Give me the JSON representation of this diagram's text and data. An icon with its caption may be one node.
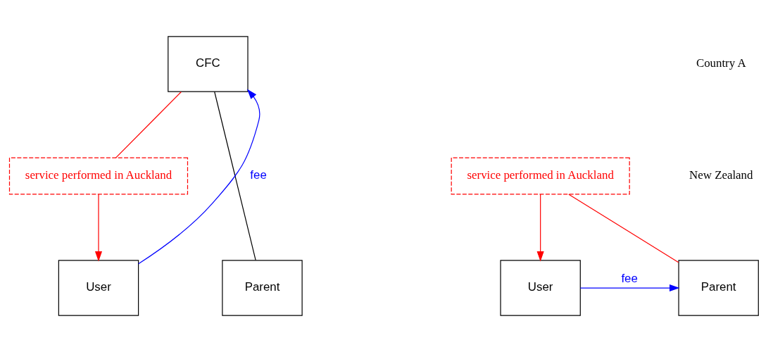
{
  "diagram": {
    "nodes": [
      {
        "text": [
          "CFC"
        ]
      },
      {
        "text": [
          "service performed in Auckland"
        ]
      },
      {
        "text": [
          "Parent"
        ]
      },
      {
        "text": [
          "User"
        ]
      },
      {
        "text": [
          "service performed in Auckland"
        ]
      },
      {
        "text": [
          "Parent"
        ]
      },
      {
        "text": [
          "User"
        ]
      }
    ],
    "edges": [
      {
        "from": 2,
        "to": 1,
        "arrow": "none"
      },
      {
        "from": 1,
        "to": 3,
        "arrow": "to"
      },
      {
        "from": 3,
        "to": 2,
        "arrow": "to",
        "label": "fee",
        "color": "#0000ff"
      },
      {
        "from": 0,
        "to": 5,
        "arrow": "none",
        "color": "#000000"
      },
      {
        "from": 0,
        "to": 4,
        "arrow": "none"
      },
      {
        "from": 4,
        "to": 6,
        "arrow": "to"
      },
      {
        "from": 6,
        "to": 0,
        "arrow": "to",
        "label": "fee",
        "color": "#0000ff"
      }
    ],
    "labels": [
      "Country A",
      "New Zealand"
    ]
  }
}
